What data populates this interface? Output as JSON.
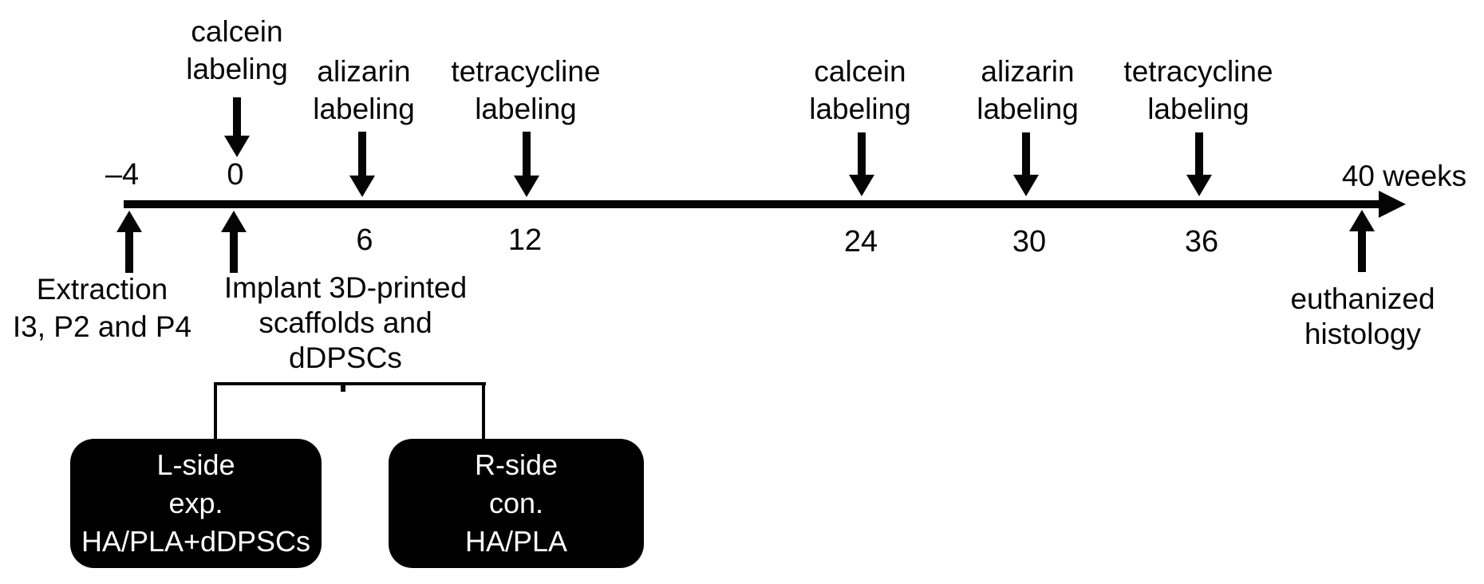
{
  "colors": {
    "ink": "#050505",
    "background": "#ffffff",
    "box_background": "#000000",
    "box_text": "#ffffff"
  },
  "timeline": {
    "end_label": "40 weeks",
    "ticks": [
      "–4",
      "0",
      "6",
      "12",
      "24",
      "30",
      "36"
    ],
    "events_above": [
      {
        "week": "0",
        "line1": "calcein",
        "line2": "labeling"
      },
      {
        "week": "6",
        "line1": "alizarin",
        "line2": "labeling"
      },
      {
        "week": "12",
        "line1": "tetracycline",
        "line2": "labeling"
      },
      {
        "week": "24",
        "line1": "calcein",
        "line2": "labeling"
      },
      {
        "week": "30",
        "line1": "alizarin",
        "line2": "labeling"
      },
      {
        "week": "36",
        "line1": "tetracycline",
        "line2": "labeling"
      }
    ],
    "events_below": [
      {
        "week": "–4",
        "line1": "Extraction",
        "line2": "I3, P2 and P4"
      },
      {
        "week": "0",
        "line1": "Implant 3D-printed",
        "line2": "scaffolds and",
        "line3": "dDPSCs"
      },
      {
        "week": "40",
        "line1": "euthanized",
        "line2": "histology"
      }
    ]
  },
  "groups": {
    "left": {
      "line1": "L-side",
      "line2": "exp.",
      "line3": "HA/PLA+dDPSCs"
    },
    "right": {
      "line1": "R-side",
      "line2": "con.",
      "line3": "HA/PLA"
    }
  }
}
